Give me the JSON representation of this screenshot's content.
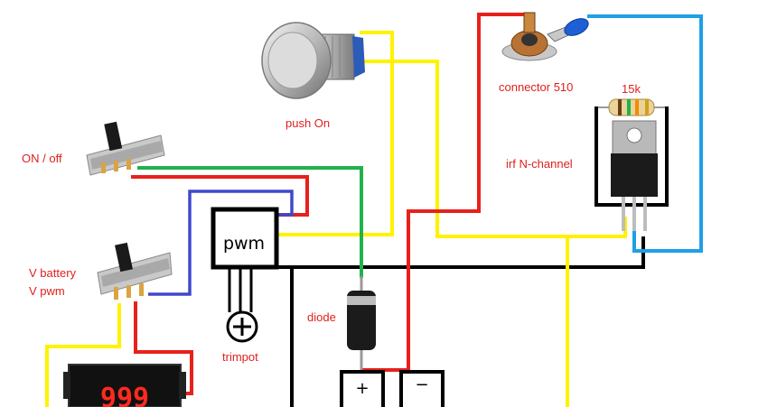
{
  "labels": {
    "push_on": "push On",
    "on_off": "ON / off",
    "v_battery": "V battery",
    "v_pwm": "V pwm",
    "connector": "connector 510",
    "resistor": "15k",
    "mosfet": "irf N-channel",
    "pwm": "pwm",
    "trimpot": "trimpot",
    "diode": "diode",
    "plus": "+",
    "minus": "−",
    "display": "999"
  },
  "colors": {
    "red": "#e8201c",
    "yellow": "#fff200",
    "green": "#22b14c",
    "blue": "#3f48cc",
    "cyan": "#1ea0e6",
    "black": "#000000"
  }
}
